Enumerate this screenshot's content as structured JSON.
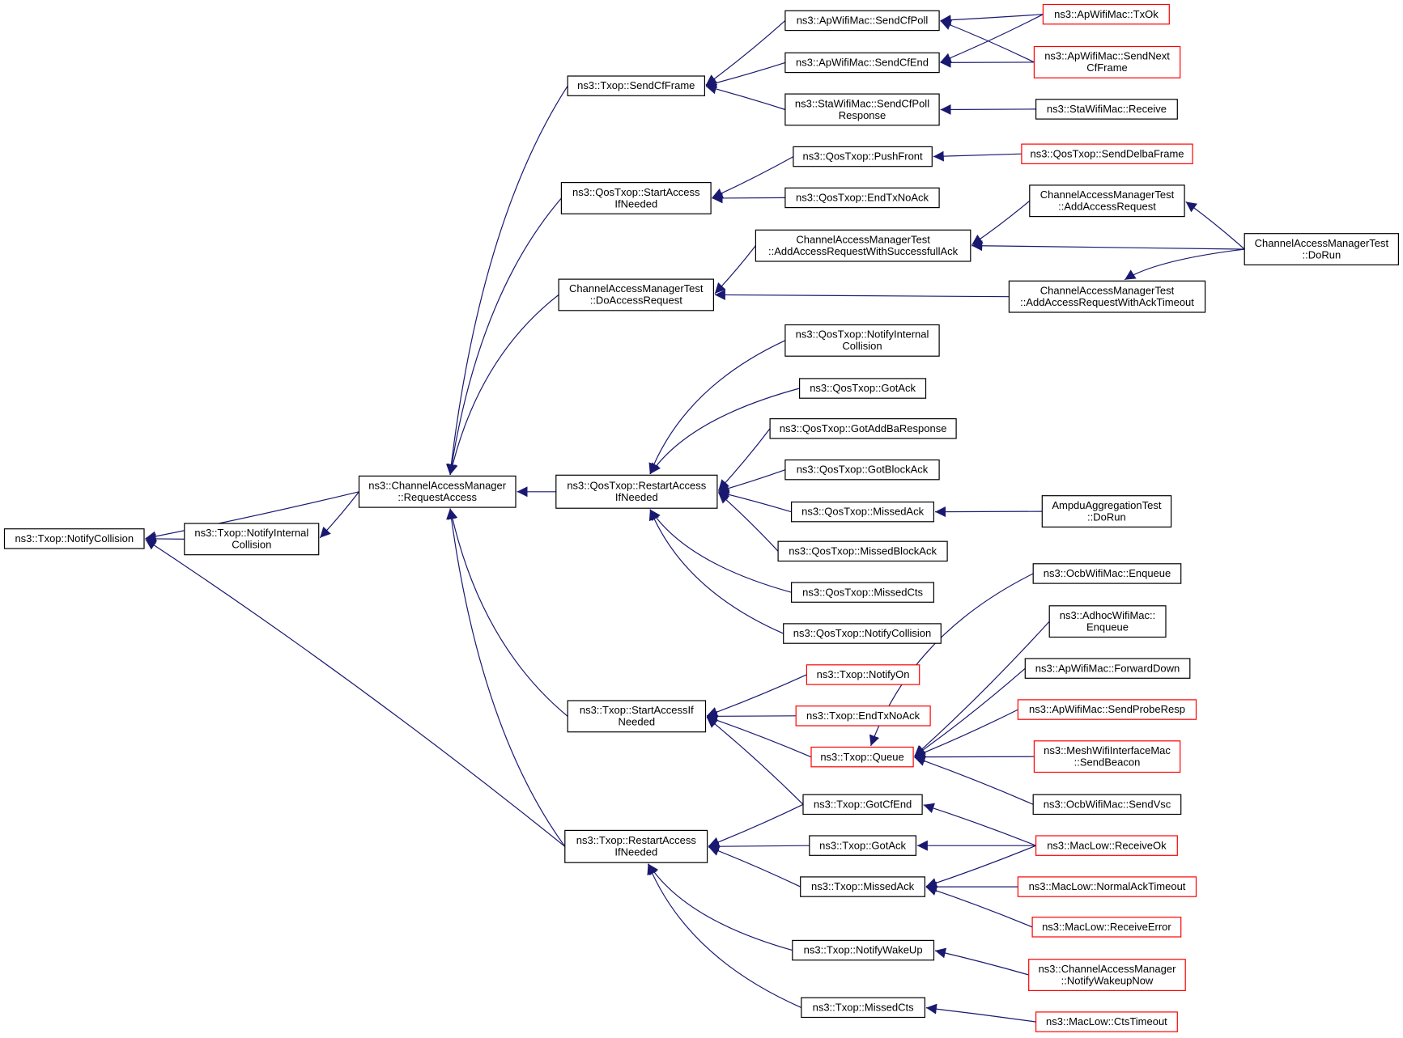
{
  "colors": {
    "edge": "#191970",
    "border_normal": "#000000",
    "border_truncated": "#ff0000",
    "fill_root": "#bfbfbf",
    "fill_normal": "#ffffff"
  },
  "nodes": [
    {
      "id": "notify-collision",
      "lines": [
        "ns3::Txop::NotifyCollision"
      ],
      "style": "root"
    },
    {
      "id": "txop-notify-internal-collision",
      "lines": [
        "ns3::Txop::NotifyInternal",
        "Collision"
      ],
      "style": "normal"
    },
    {
      "id": "cam-request-access",
      "lines": [
        "ns3::ChannelAccessManager",
        "::RequestAccess"
      ],
      "style": "normal"
    },
    {
      "id": "txop-send-cf-frame",
      "lines": [
        "ns3::Txop::SendCfFrame"
      ],
      "style": "normal"
    },
    {
      "id": "qos-start-access",
      "lines": [
        "ns3::QosTxop::StartAccess",
        "IfNeeded"
      ],
      "style": "normal"
    },
    {
      "id": "camtest-do-access-request",
      "lines": [
        "ChannelAccessManagerTest",
        "::DoAccessRequest"
      ],
      "style": "normal"
    },
    {
      "id": "qos-restart-access",
      "lines": [
        "ns3::QosTxop::RestartAccess",
        "IfNeeded"
      ],
      "style": "normal"
    },
    {
      "id": "txop-start-access",
      "lines": [
        "ns3::Txop::StartAccessIf",
        "Needed"
      ],
      "style": "normal"
    },
    {
      "id": "txop-restart-access",
      "lines": [
        "ns3::Txop::RestartAccess",
        "IfNeeded"
      ],
      "style": "normal"
    },
    {
      "id": "ap-send-cf-poll",
      "lines": [
        "ns3::ApWifiMac::SendCfPoll"
      ],
      "style": "normal"
    },
    {
      "id": "ap-send-cf-end",
      "lines": [
        "ns3::ApWifiMac::SendCfEnd"
      ],
      "style": "normal"
    },
    {
      "id": "sta-send-cf-poll-response",
      "lines": [
        "ns3::StaWifiMac::SendCfPoll",
        "Response"
      ],
      "style": "normal"
    },
    {
      "id": "ap-tx-ok",
      "lines": [
        "ns3::ApWifiMac::TxOk"
      ],
      "style": "truncated"
    },
    {
      "id": "ap-send-next-cf-frame",
      "lines": [
        "ns3::ApWifiMac::SendNext",
        "CfFrame"
      ],
      "style": "truncated"
    },
    {
      "id": "sta-receive",
      "lines": [
        "ns3::StaWifiMac::Receive"
      ],
      "style": "normal"
    },
    {
      "id": "qos-push-front",
      "lines": [
        "ns3::QosTxop::PushFront"
      ],
      "style": "normal"
    },
    {
      "id": "qos-send-delba-frame",
      "lines": [
        "ns3::QosTxop::SendDelbaFrame"
      ],
      "style": "truncated"
    },
    {
      "id": "qos-end-tx-no-ack",
      "lines": [
        "ns3::QosTxop::EndTxNoAck"
      ],
      "style": "normal"
    },
    {
      "id": "camtest-add-access-request",
      "lines": [
        "ChannelAccessManagerTest",
        "::AddAccessRequest"
      ],
      "style": "normal"
    },
    {
      "id": "camtest-add-access-request-successful-ack",
      "lines": [
        "ChannelAccessManagerTest",
        "::AddAccessRequestWithSuccessfullAck"
      ],
      "style": "normal"
    },
    {
      "id": "camtest-do-run",
      "lines": [
        "ChannelAccessManagerTest",
        "::DoRun"
      ],
      "style": "normal"
    },
    {
      "id": "camtest-add-access-request-ack-timeout",
      "lines": [
        "ChannelAccessManagerTest",
        "::AddAccessRequestWithAckTimeout"
      ],
      "style": "normal"
    },
    {
      "id": "qos-notify-internal-collision",
      "lines": [
        "ns3::QosTxop::NotifyInternal",
        "Collision"
      ],
      "style": "normal"
    },
    {
      "id": "qos-got-ack",
      "lines": [
        "ns3::QosTxop::GotAck"
      ],
      "style": "normal"
    },
    {
      "id": "qos-got-add-ba-response",
      "lines": [
        "ns3::QosTxop::GotAddBaResponse"
      ],
      "style": "normal"
    },
    {
      "id": "qos-got-block-ack",
      "lines": [
        "ns3::QosTxop::GotBlockAck"
      ],
      "style": "normal"
    },
    {
      "id": "qos-missed-ack",
      "lines": [
        "ns3::QosTxop::MissedAck"
      ],
      "style": "normal"
    },
    {
      "id": "ampdu-aggregation-test-do-run",
      "lines": [
        "AmpduAggregationTest",
        "::DoRun"
      ],
      "style": "normal"
    },
    {
      "id": "qos-missed-block-ack",
      "lines": [
        "ns3::QosTxop::MissedBlockAck"
      ],
      "style": "normal"
    },
    {
      "id": "qos-missed-cts",
      "lines": [
        "ns3::QosTxop::MissedCts"
      ],
      "style": "normal"
    },
    {
      "id": "qos-notify-collision",
      "lines": [
        "ns3::QosTxop::NotifyCollision"
      ],
      "style": "normal"
    },
    {
      "id": "txop-notify-on",
      "lines": [
        "ns3::Txop::NotifyOn"
      ],
      "style": "truncated"
    },
    {
      "id": "txop-end-tx-no-ack",
      "lines": [
        "ns3::Txop::EndTxNoAck"
      ],
      "style": "truncated"
    },
    {
      "id": "txop-queue",
      "lines": [
        "ns3::Txop::Queue"
      ],
      "style": "truncated"
    },
    {
      "id": "ocb-enqueue",
      "lines": [
        "ns3::OcbWifiMac::Enqueue"
      ],
      "style": "normal"
    },
    {
      "id": "adhoc-enqueue",
      "lines": [
        "ns3::AdhocWifiMac::",
        "Enqueue"
      ],
      "style": "normal"
    },
    {
      "id": "ap-forward-down",
      "lines": [
        "ns3::ApWifiMac::ForwardDown"
      ],
      "style": "normal"
    },
    {
      "id": "ap-send-probe-resp",
      "lines": [
        "ns3::ApWifiMac::SendProbeResp"
      ],
      "style": "truncated"
    },
    {
      "id": "mesh-send-beacon",
      "lines": [
        "ns3::MeshWifiInterfaceMac",
        "::SendBeacon"
      ],
      "style": "truncated"
    },
    {
      "id": "ocb-send-vsc",
      "lines": [
        "ns3::OcbWifiMac::SendVsc"
      ],
      "style": "normal"
    },
    {
      "id": "txop-got-cf-end",
      "lines": [
        "ns3::Txop::GotCfEnd"
      ],
      "style": "normal"
    },
    {
      "id": "txop-got-ack",
      "lines": [
        "ns3::Txop::GotAck"
      ],
      "style": "normal"
    },
    {
      "id": "txop-missed-ack",
      "lines": [
        "ns3::Txop::MissedAck"
      ],
      "style": "normal"
    },
    {
      "id": "txop-notify-wake-up",
      "lines": [
        "ns3::Txop::NotifyWakeUp"
      ],
      "style": "normal"
    },
    {
      "id": "txop-missed-cts",
      "lines": [
        "ns3::Txop::MissedCts"
      ],
      "style": "normal"
    },
    {
      "id": "maclow-receive-ok",
      "lines": [
        "ns3::MacLow::ReceiveOk"
      ],
      "style": "truncated"
    },
    {
      "id": "maclow-normal-ack-timeout",
      "lines": [
        "ns3::MacLow::NormalAckTimeout"
      ],
      "style": "truncated"
    },
    {
      "id": "maclow-receive-error",
      "lines": [
        "ns3::MacLow::ReceiveError"
      ],
      "style": "truncated"
    },
    {
      "id": "cam-notify-wakeup-now",
      "lines": [
        "ns3::ChannelAccessManager",
        "::NotifyWakeupNow"
      ],
      "style": "truncated"
    },
    {
      "id": "maclow-cts-timeout",
      "lines": [
        "ns3::MacLow::CtsTimeout"
      ],
      "style": "truncated"
    }
  ],
  "edges": [
    {
      "from": "txop-notify-internal-collision",
      "to": "notify-collision"
    },
    {
      "from": "cam-request-access",
      "to": "notify-collision"
    },
    {
      "from": "txop-restart-access",
      "to": "notify-collision"
    },
    {
      "from": "cam-request-access",
      "to": "txop-notify-internal-collision"
    },
    {
      "from": "txop-send-cf-frame",
      "to": "cam-request-access"
    },
    {
      "from": "qos-start-access",
      "to": "cam-request-access"
    },
    {
      "from": "camtest-do-access-request",
      "to": "cam-request-access"
    },
    {
      "from": "qos-restart-access",
      "to": "cam-request-access"
    },
    {
      "from": "txop-start-access",
      "to": "cam-request-access"
    },
    {
      "from": "txop-restart-access",
      "to": "cam-request-access"
    },
    {
      "from": "ap-send-cf-poll",
      "to": "txop-send-cf-frame"
    },
    {
      "from": "ap-send-cf-end",
      "to": "txop-send-cf-frame"
    },
    {
      "from": "sta-send-cf-poll-response",
      "to": "txop-send-cf-frame"
    },
    {
      "from": "ap-tx-ok",
      "to": "ap-send-cf-poll"
    },
    {
      "from": "ap-send-next-cf-frame",
      "to": "ap-send-cf-poll"
    },
    {
      "from": "ap-tx-ok",
      "to": "ap-send-cf-end"
    },
    {
      "from": "ap-send-next-cf-frame",
      "to": "ap-send-cf-end"
    },
    {
      "from": "sta-receive",
      "to": "sta-send-cf-poll-response"
    },
    {
      "from": "qos-push-front",
      "to": "qos-start-access"
    },
    {
      "from": "qos-end-tx-no-ack",
      "to": "qos-start-access"
    },
    {
      "from": "qos-send-delba-frame",
      "to": "qos-push-front"
    },
    {
      "from": "camtest-add-access-request-successful-ack",
      "to": "camtest-do-access-request"
    },
    {
      "from": "camtest-add-access-request-ack-timeout",
      "to": "camtest-do-access-request"
    },
    {
      "from": "camtest-add-access-request",
      "to": "camtest-add-access-request-successful-ack"
    },
    {
      "from": "camtest-do-run",
      "to": "camtest-add-access-request-successful-ack"
    },
    {
      "from": "camtest-do-run",
      "to": "camtest-add-access-request"
    },
    {
      "from": "camtest-do-run",
      "to": "camtest-add-access-request-ack-timeout"
    },
    {
      "from": "qos-notify-internal-collision",
      "to": "qos-restart-access"
    },
    {
      "from": "qos-got-ack",
      "to": "qos-restart-access"
    },
    {
      "from": "qos-got-add-ba-response",
      "to": "qos-restart-access"
    },
    {
      "from": "qos-got-block-ack",
      "to": "qos-restart-access"
    },
    {
      "from": "qos-missed-ack",
      "to": "qos-restart-access"
    },
    {
      "from": "qos-missed-block-ack",
      "to": "qos-restart-access"
    },
    {
      "from": "qos-missed-cts",
      "to": "qos-restart-access"
    },
    {
      "from": "qos-notify-collision",
      "to": "qos-restart-access"
    },
    {
      "from": "ampdu-aggregation-test-do-run",
      "to": "qos-missed-ack"
    },
    {
      "from": "txop-notify-on",
      "to": "txop-start-access"
    },
    {
      "from": "txop-end-tx-no-ack",
      "to": "txop-start-access"
    },
    {
      "from": "txop-queue",
      "to": "txop-start-access"
    },
    {
      "from": "txop-got-cf-end",
      "to": "txop-start-access"
    },
    {
      "from": "ocb-enqueue",
      "to": "txop-queue"
    },
    {
      "from": "adhoc-enqueue",
      "to": "txop-queue"
    },
    {
      "from": "ap-forward-down",
      "to": "txop-queue"
    },
    {
      "from": "ap-send-probe-resp",
      "to": "txop-queue"
    },
    {
      "from": "mesh-send-beacon",
      "to": "txop-queue"
    },
    {
      "from": "ocb-send-vsc",
      "to": "txop-queue"
    },
    {
      "from": "txop-got-cf-end",
      "to": "txop-restart-access"
    },
    {
      "from": "txop-got-ack",
      "to": "txop-restart-access"
    },
    {
      "from": "txop-missed-ack",
      "to": "txop-restart-access"
    },
    {
      "from": "txop-notify-wake-up",
      "to": "txop-restart-access"
    },
    {
      "from": "txop-missed-cts",
      "to": "txop-restart-access"
    },
    {
      "from": "maclow-receive-ok",
      "to": "txop-got-cf-end"
    },
    {
      "from": "maclow-receive-ok",
      "to": "txop-got-ack"
    },
    {
      "from": "maclow-receive-ok",
      "to": "txop-missed-ack"
    },
    {
      "from": "maclow-normal-ack-timeout",
      "to": "txop-missed-ack"
    },
    {
      "from": "maclow-receive-error",
      "to": "txop-missed-ack"
    },
    {
      "from": "cam-notify-wakeup-now",
      "to": "txop-notify-wake-up"
    },
    {
      "from": "maclow-cts-timeout",
      "to": "txop-missed-cts"
    }
  ]
}
